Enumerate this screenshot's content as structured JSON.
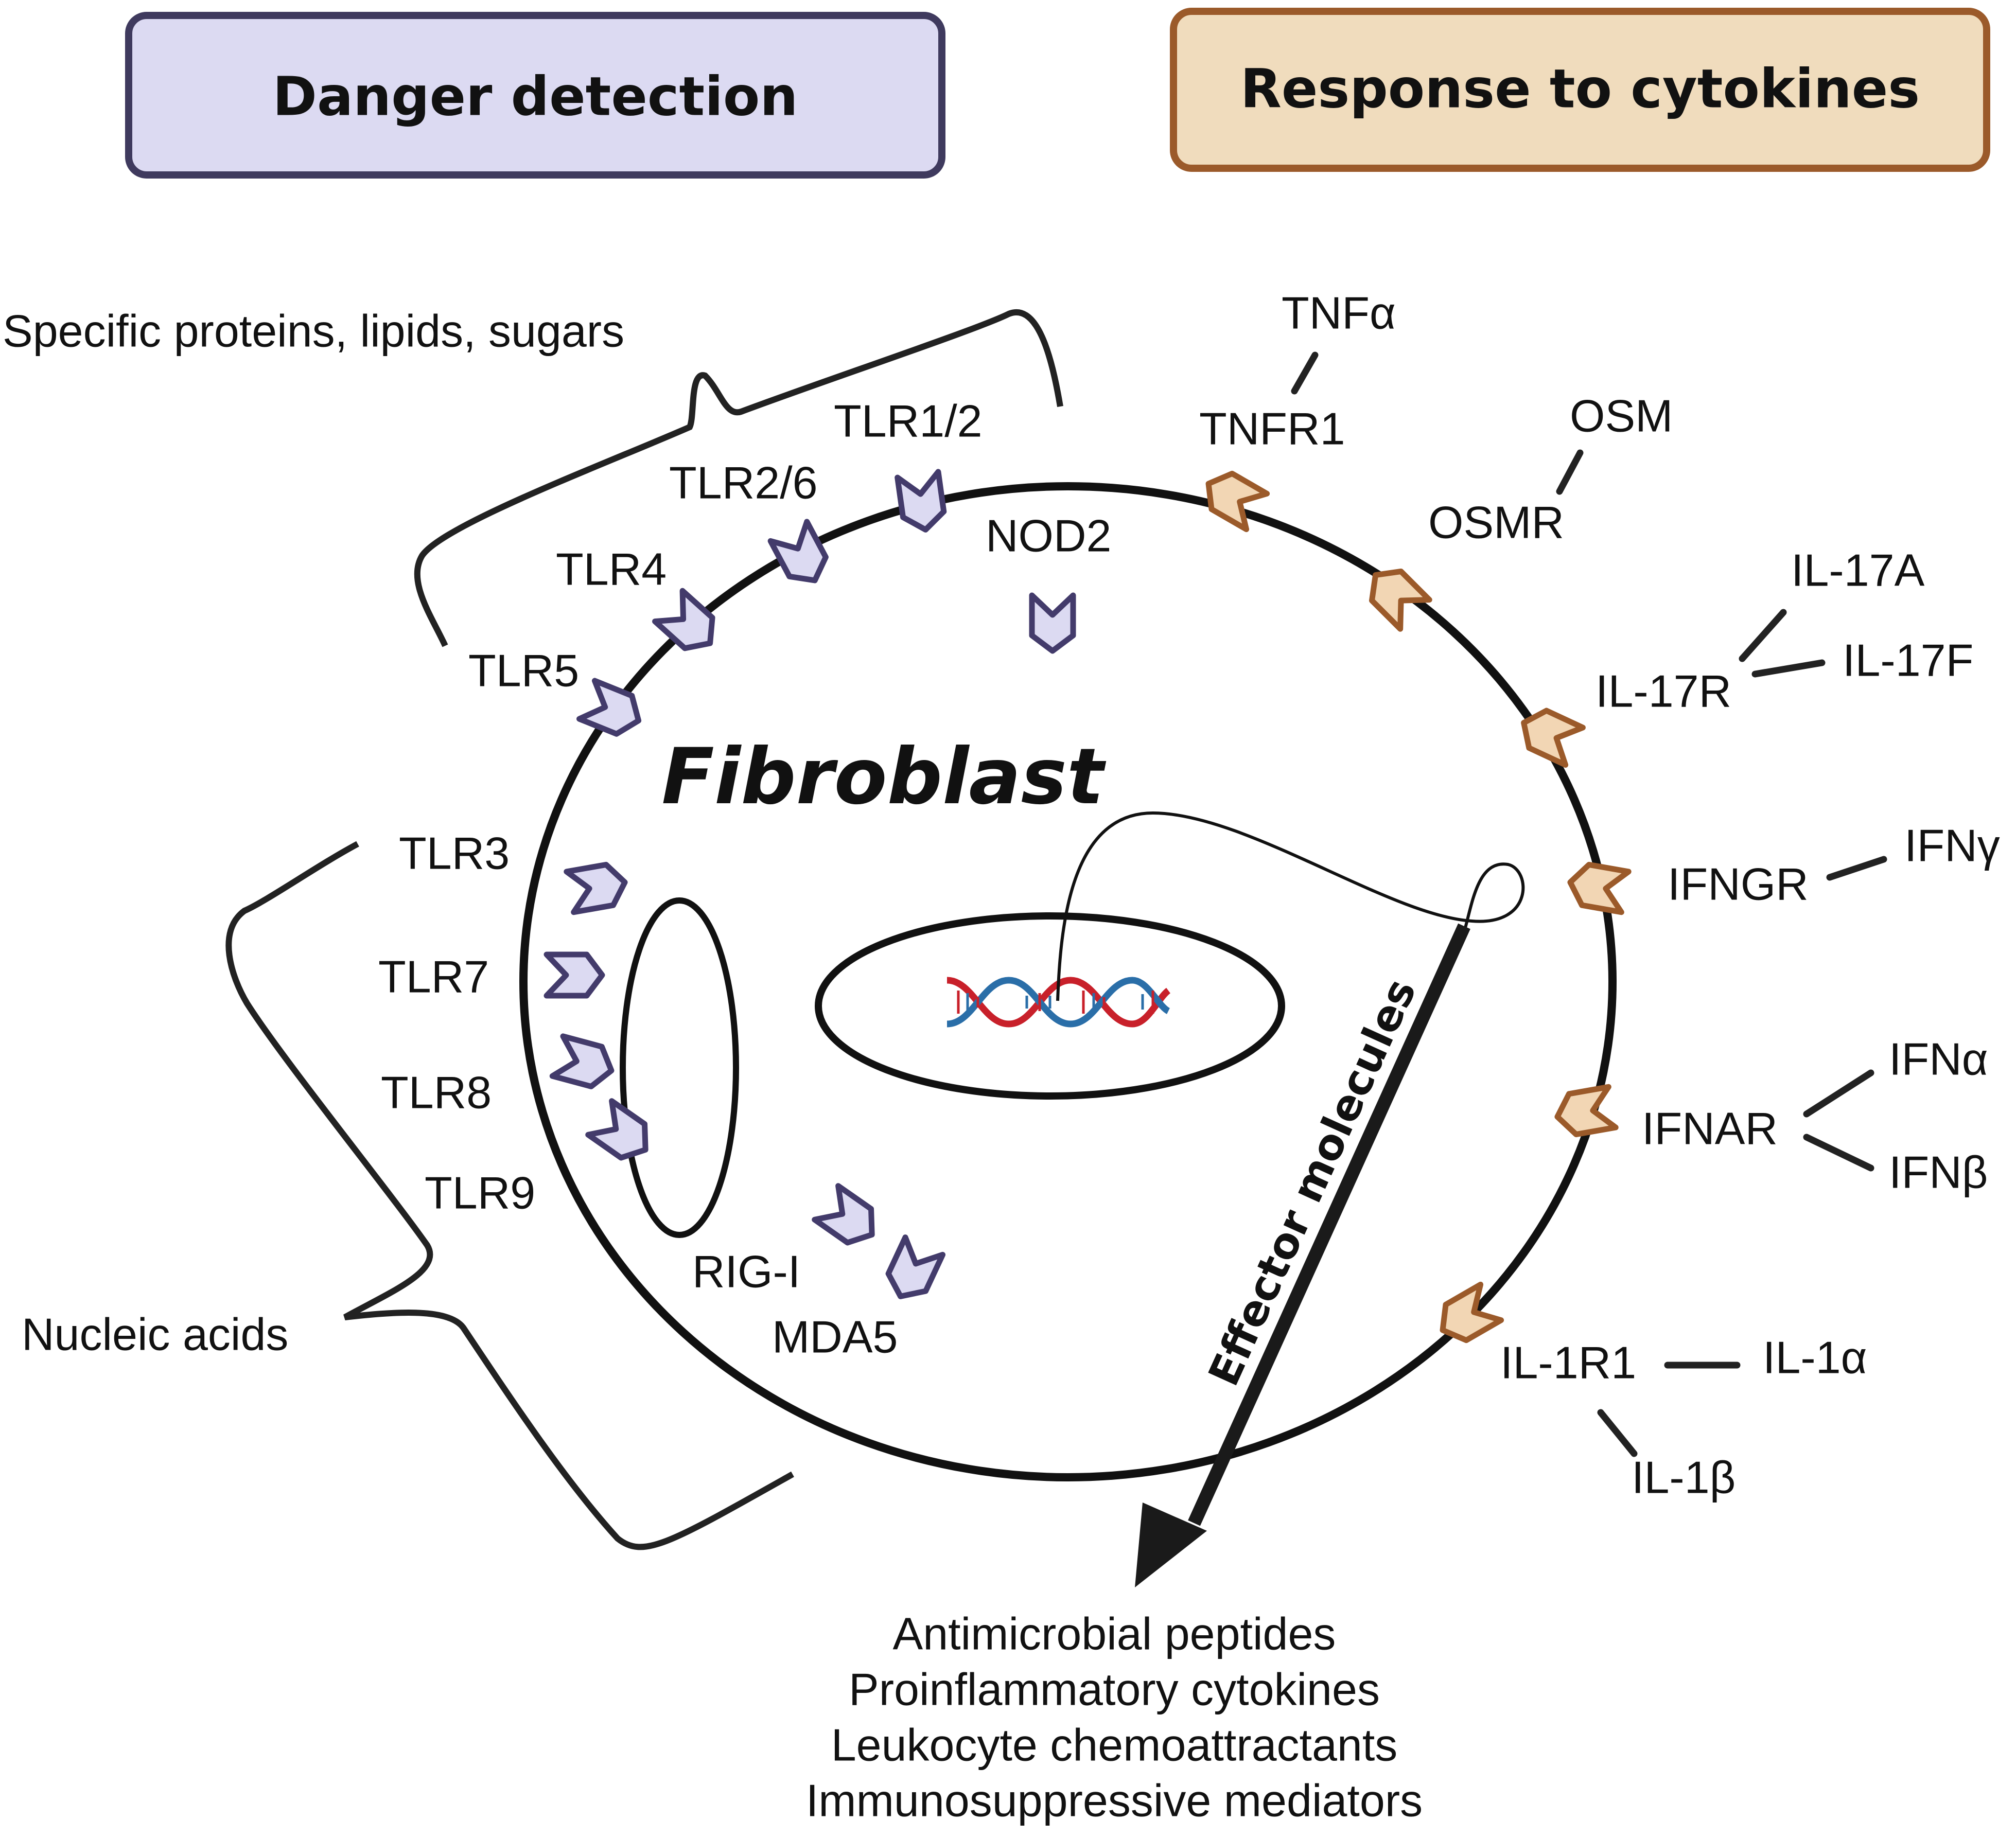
{
  "headers": {
    "left": "Danger detection",
    "right": "Response to cytokines"
  },
  "cell_title": "Fibroblast",
  "groups": {
    "surface_ligands": "Specific proteins, lipids, sugars",
    "nucleic_acids": "Nucleic acids"
  },
  "danger_receptors": {
    "tlr1_2": "TLR1/2",
    "tlr2_6": "TLR2/6",
    "tlr4": "TLR4",
    "tlr5": "TLR5",
    "nod2": "NOD2",
    "tlr3": "TLR3",
    "tlr7": "TLR7",
    "tlr8": "TLR8",
    "tlr9": "TLR9",
    "rig_i": "RIG-I",
    "mda5": "MDA5"
  },
  "cytokine_receptors": {
    "tnfr1": "TNFR1",
    "osmr": "OSMR",
    "il17r": "IL-17R",
    "ifngr": "IFNGR",
    "ifnar": "IFNAR",
    "il1r1": "IL-1R1"
  },
  "cytokines": {
    "tnfa": "TNFα",
    "osm": "OSM",
    "il17a": "IL-17A",
    "il17f": "IL-17F",
    "ifng": "IFNγ",
    "ifna": "IFNα",
    "ifnb": "IFNβ",
    "il1a": "IL-1α",
    "il1b": "IL-1β"
  },
  "arrow_label": "Effector molecules",
  "outputs": [
    "Antimicrobial peptides",
    "Proinflammatory cytokines",
    "Leukocyte chemoattractants",
    "Immunosuppressive mediators"
  ],
  "colors": {
    "danger_header_fill": "#dcdaf2",
    "danger_header_stroke": "#3f3a5e",
    "cytokine_header_fill": "#f0dcbd",
    "cytokine_header_stroke": "#9b5a2a",
    "tlr_fill": "#dcdaf2",
    "tlr_stroke": "#433b6b",
    "cyto_receptor_fill": "#f2d6b4",
    "cyto_receptor_stroke": "#9b5a2a",
    "dna_red": "#c8202a",
    "dna_blue": "#2a6ea8"
  }
}
